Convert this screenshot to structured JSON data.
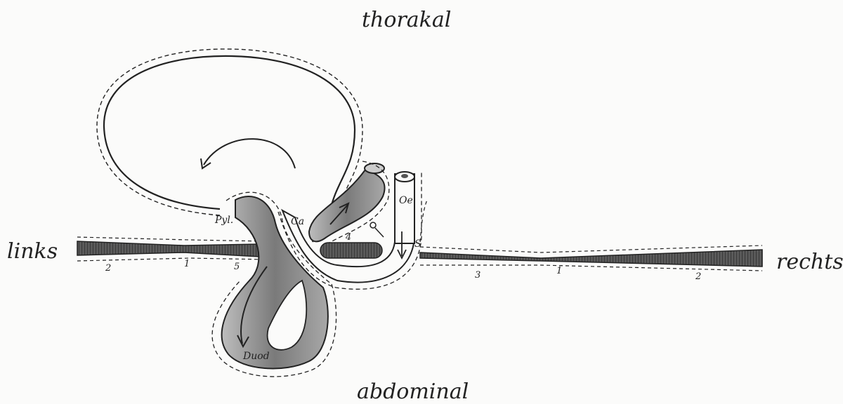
{
  "labels": {
    "top": "thorakal",
    "bottom": "abdominal",
    "left": "links",
    "right": "rechts",
    "pylorus": "Pyl.",
    "cardia": "Ca",
    "oesophagus": "Oe",
    "duodenum": "Duod",
    "s_marker": "S"
  },
  "segment_numbers": {
    "left": [
      "2",
      "1",
      "5"
    ],
    "right": [
      "3",
      "1",
      "2"
    ],
    "center": "4"
  },
  "colors": {
    "ink": "#222222",
    "shade_dark": "#6d6d6d",
    "shade_mid": "#9a9a9a",
    "paper": "#fbfbfa"
  }
}
